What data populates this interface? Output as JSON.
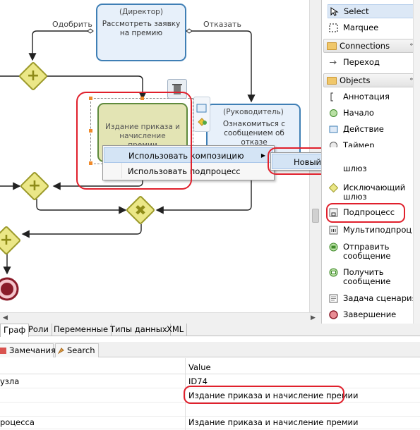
{
  "canvas": {
    "director_task": {
      "role": "(Директор)",
      "name": "Рассмотреть заявку на премию"
    },
    "selected_task": {
      "name": "Издание приказа и начисление премии"
    },
    "manager_task": {
      "role": "(Руководитель)",
      "name": "Ознакомиться с сообщением об отказе"
    },
    "flow_approve": "Одобрить",
    "flow_reject": "Отказать"
  },
  "context_menu": {
    "items": [
      "Использовать композицию",
      "Использовать подпроцесс"
    ]
  },
  "submenu": {
    "items": [
      "Новый подпроцесс"
    ]
  },
  "palette": {
    "tools": [
      "Select",
      "Marquee"
    ],
    "connections_header": "Connections",
    "connections": [
      "Переход"
    ],
    "objects_header": "Objects",
    "objects": [
      "Аннотация",
      "Начало",
      "Действие",
      "Таймер",
      "шлюз",
      "Исключающий шлюз",
      "Подпроцесс",
      "Мультиподпроц",
      "Отправить сообщение",
      "Получить сообщение",
      "Задача сценария",
      "Завершение"
    ]
  },
  "editor_tabs": [
    "Граф",
    "Роли",
    "Переменные",
    "Типы данных",
    "XML"
  ],
  "view_tabs": [
    "Замечания",
    "Search"
  ],
  "properties": {
    "header_value": "Value",
    "rows": [
      {
        "key": "узла",
        "value": "ID74"
      },
      {
        "key": "",
        "value": "Издание приказа и начисление премии"
      },
      {
        "key": "",
        "value": ""
      },
      {
        "key": "роцесса",
        "value": "Издание приказа и начисление премии"
      }
    ]
  }
}
